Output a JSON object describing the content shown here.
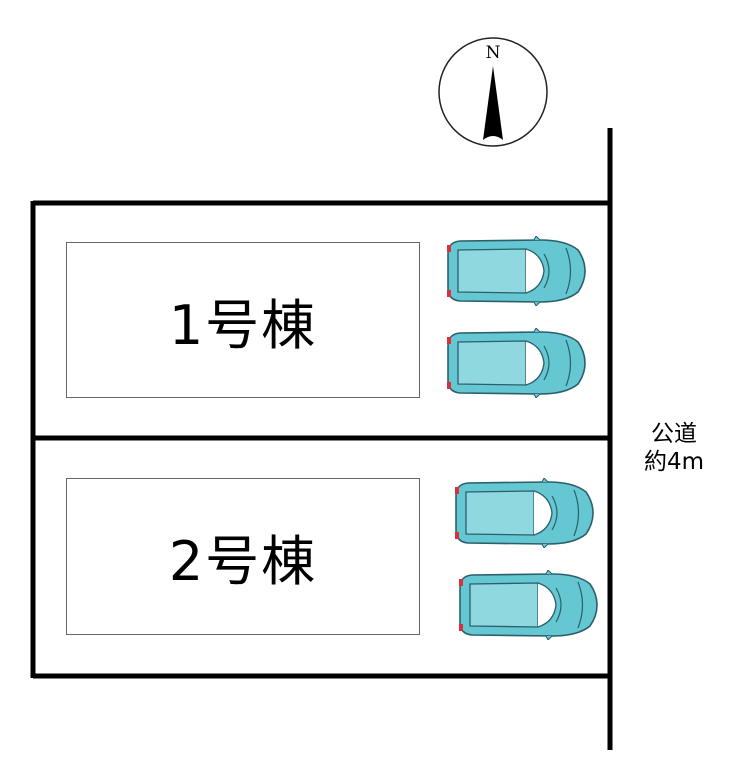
{
  "compass": {
    "north_label": "N",
    "icon": "north-arrow-icon"
  },
  "lots": [
    {
      "label": "1号棟"
    },
    {
      "label": "2号棟"
    }
  ],
  "road": {
    "line1": "公道",
    "line2": "約4m"
  },
  "colors": {
    "car_body": "#64c7d1",
    "car_line": "#2b5f6c",
    "boundary": "#000000",
    "tail_light": "#d9303a"
  }
}
